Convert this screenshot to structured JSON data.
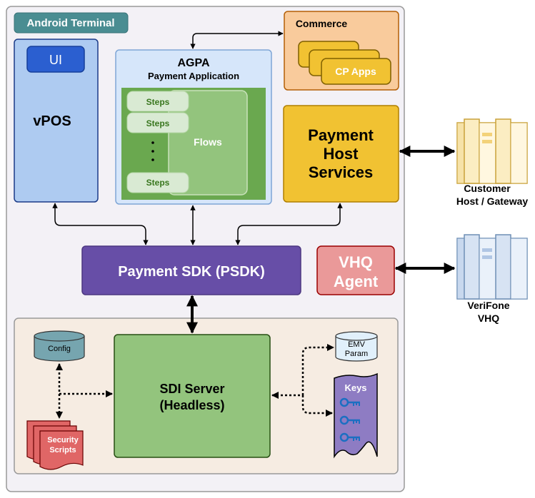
{
  "terminal": {
    "label": "Android Terminal"
  },
  "vpos": {
    "ui_label": "UI",
    "label": "vPOS"
  },
  "agpa": {
    "title": "AGPA",
    "subtitle": "Payment Application",
    "steps": [
      "Steps",
      "Steps",
      "Steps"
    ],
    "flows_label": "Flows"
  },
  "commerce": {
    "label": "Commerce",
    "apps_label": "CP Apps"
  },
  "payment_host_services": {
    "line1": "Payment",
    "line2": "Host",
    "line3": "Services"
  },
  "customer_host": {
    "line1": "Customer",
    "line2": "Host / Gateway"
  },
  "vhq_agent": {
    "line1": "VHQ",
    "line2": "Agent"
  },
  "verifone_vhq": {
    "line1": "VeriFone",
    "line2": "VHQ"
  },
  "psdk": {
    "label": "Payment SDK (PSDK)"
  },
  "sdi": {
    "line1": "SDI Server",
    "line2": "(Headless)",
    "config_label": "Config",
    "security_line1": "Security",
    "security_line2": "Scripts",
    "emv_line1": "EMV",
    "emv_line2": "Param",
    "keys_label": "Keys"
  }
}
